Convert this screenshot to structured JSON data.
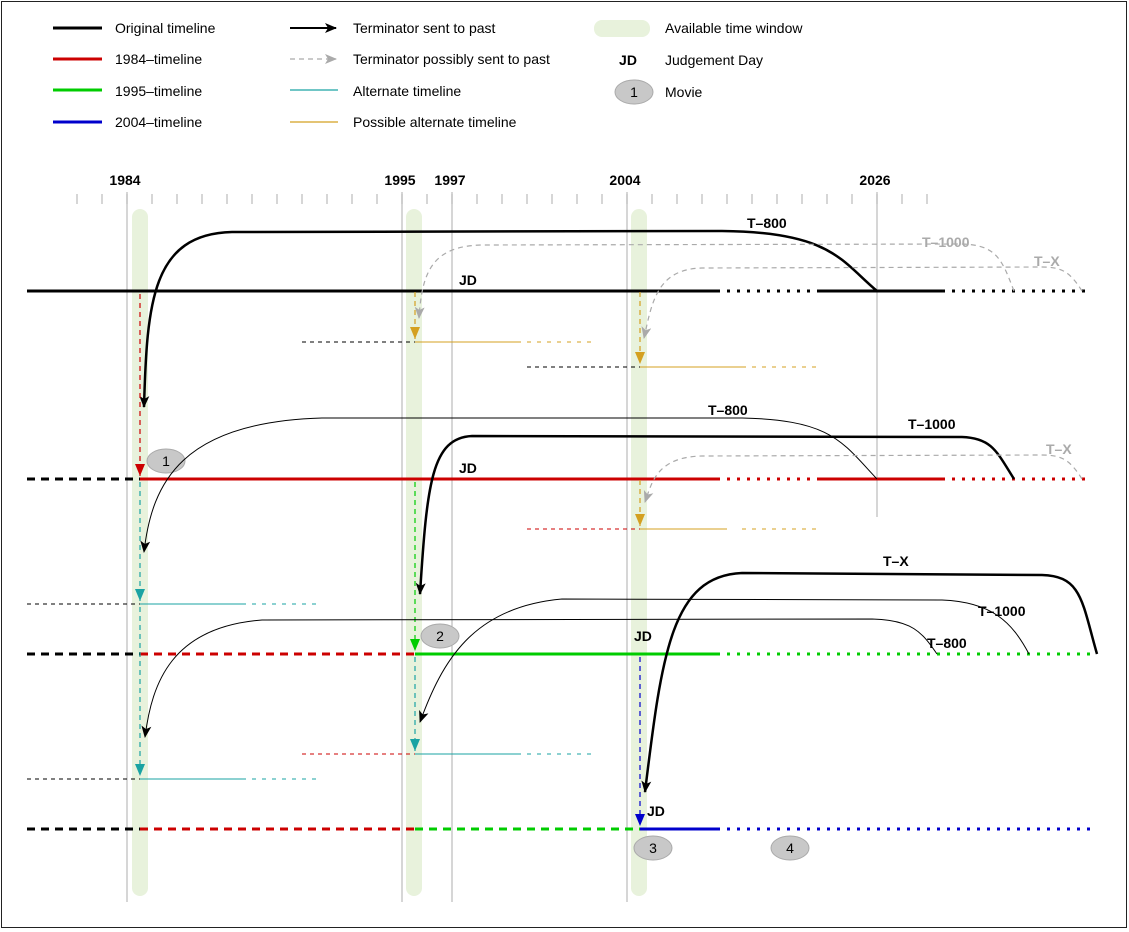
{
  "legend": {
    "col1": [
      {
        "label": "Original timeline",
        "color": "#000000"
      },
      {
        "label": "1984–timeline",
        "color": "#cc0000"
      },
      {
        "label": "1995–timeline",
        "color": "#00cc00"
      },
      {
        "label": "2004–timeline",
        "color": "#0000cc"
      }
    ],
    "col2": [
      {
        "label": "Terminator sent to past"
      },
      {
        "label": "Terminator possibly sent to past"
      },
      {
        "label": "Alternate timeline"
      },
      {
        "label": "Possible alternate timeline"
      }
    ],
    "col3": [
      {
        "label": "Available time window"
      },
      {
        "symbol": "JD",
        "label": "Judgement Day"
      },
      {
        "symbol": "1",
        "label": "Movie"
      }
    ]
  },
  "axis": {
    "years": [
      "1984",
      "1995",
      "1997",
      "2004",
      "2026"
    ]
  },
  "labels": {
    "jd": "JD",
    "t800": "T–800",
    "t1000": "T–1000",
    "tx": "T–X"
  },
  "movies": [
    "1",
    "2",
    "3",
    "4"
  ],
  "colors": {
    "original": "#000000",
    "t1984": "#cc0000",
    "t1995": "#00cc00",
    "t2004": "#0000cc",
    "alternate": "#1aa3a3",
    "possible": "#d4a020",
    "window": "#e8f2dc",
    "gray": "#aaaaaa",
    "badge": "#c8c8c8"
  }
}
